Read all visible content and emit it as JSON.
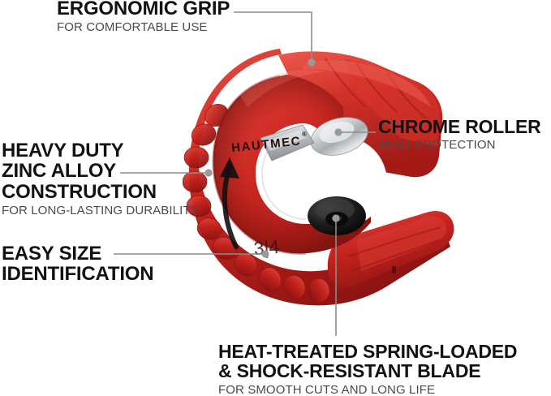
{
  "page": {
    "kind": "product-feature-infographic",
    "background_color": "#ffffff"
  },
  "product": {
    "name": "HAUTMEC",
    "brand_mark": "HAUTMEC",
    "registered_symbol": "®",
    "size_marking": "3|4",
    "type": "tube-cutter",
    "body_color": "#cc2222",
    "body_highlight_color": "#e0443a",
    "body_shadow_color": "#8e1616",
    "roller_color": "#1b1b1b",
    "chrome_color": "#d9dbdd",
    "arrow_color": "#1a1414",
    "arrow_direction": "counter-clockwise"
  },
  "leader_lines": {
    "color": "#8c8c8c",
    "dot_color": "#9a9a9a"
  },
  "callouts": [
    {
      "id": "ergonomic-grip",
      "title": "ERGONOMIC GRIP",
      "subtitle": "FOR COMFORTABLE USE",
      "position": "top-left"
    },
    {
      "id": "chrome-roller",
      "title": "CHROME ROLLER",
      "subtitle": "RUST PROTECTION",
      "position": "right"
    },
    {
      "id": "heavy-duty",
      "title_line_1": "HEAVY DUTY",
      "title_line_2": "ZINC ALLOY",
      "title_line_3": "CONSTRUCTION",
      "subtitle": "FOR LONG-LASTING DURABILITY",
      "position": "left"
    },
    {
      "id": "easy-size",
      "title_line_1": "EASY SIZE",
      "title_line_2": "IDENTIFICATION",
      "position": "lower-left"
    },
    {
      "id": "heat-treated-blade",
      "title_line_1": "HEAT-TREATED SPRING-LOADED",
      "title_line_2": "& SHOCK-RESISTANT BLADE",
      "subtitle": "FOR SMOOTH CUTS AND LONG LIFE",
      "position": "bottom"
    }
  ]
}
